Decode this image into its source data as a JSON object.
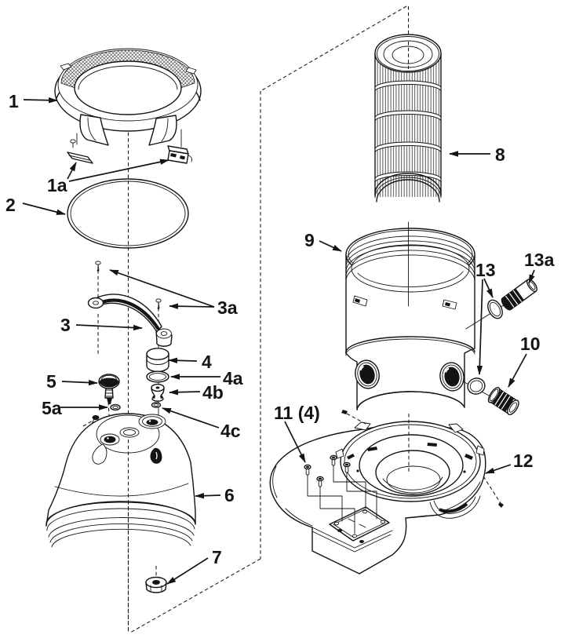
{
  "figure": {
    "type": "exploded-parts-diagram",
    "subject": "cartridge pool filter assembly",
    "colors": {
      "line": "#141414",
      "background": "#ffffff"
    },
    "callouts": [
      {
        "id": "1",
        "label": "1",
        "part": "lock-ring"
      },
      {
        "id": "1a",
        "label": "1a",
        "part": "safety-latches"
      },
      {
        "id": "2",
        "label": "2",
        "part": "head-o-ring"
      },
      {
        "id": "3",
        "label": "3",
        "part": "handle"
      },
      {
        "id": "3a",
        "label": "3a",
        "part": "handle-screws"
      },
      {
        "id": "4",
        "label": "4",
        "part": "relief-valve-cap"
      },
      {
        "id": "4a",
        "label": "4a",
        "part": "relief-valve-o-ring"
      },
      {
        "id": "4b",
        "label": "4b",
        "part": "relief-valve-stem"
      },
      {
        "id": "4c",
        "label": "4c",
        "part": "relief-valve-seal"
      },
      {
        "id": "5",
        "label": "5",
        "part": "pressure-gauge"
      },
      {
        "id": "5a",
        "label": "5a",
        "part": "gauge-o-ring"
      },
      {
        "id": "6",
        "label": "6",
        "part": "filter-head-dome"
      },
      {
        "id": "7",
        "label": "7",
        "part": "drain-cap"
      },
      {
        "id": "8",
        "label": "8",
        "part": "filter-cartridge"
      },
      {
        "id": "9",
        "label": "9",
        "part": "filter-tank-body"
      },
      {
        "id": "10",
        "label": "10",
        "part": "outlet-fitting"
      },
      {
        "id": "11",
        "label": "11 (4)",
        "part": "base-screws"
      },
      {
        "id": "12",
        "label": "12",
        "part": "filter-base"
      },
      {
        "id": "13",
        "label": "13",
        "part": "fitting-o-rings"
      },
      {
        "id": "13a",
        "label": "13a",
        "part": "inlet-fitting"
      }
    ]
  }
}
